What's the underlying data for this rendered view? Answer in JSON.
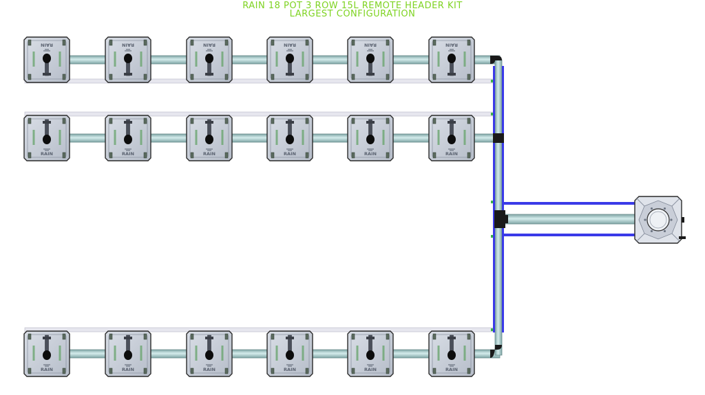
{
  "title": {
    "line1": "RAIN 18 POT 3 ROW 15L REMOTE HEADER KIT",
    "line2": "LARGEST CONFIGURATION"
  },
  "pot_label": "RAIN",
  "colors": {
    "title": "#7ed321",
    "supply_line": "#3a3ae8",
    "pipe": "#a9c9c9",
    "drain_pipe": "#e6e6ee",
    "pot_body": "#c6ccd6",
    "pot_outline": "#2a2a2a"
  },
  "rows": [
    {
      "name": "row-1",
      "pots": 6,
      "label_flipped": true
    },
    {
      "name": "row-2",
      "pots": 6,
      "label_flipped": false
    },
    {
      "name": "row-3",
      "pots": 6,
      "label_flipped": false
    }
  ],
  "components": {
    "header_tank": "remote-header-tank",
    "supply_manifold": "blue-supply-manifold"
  }
}
